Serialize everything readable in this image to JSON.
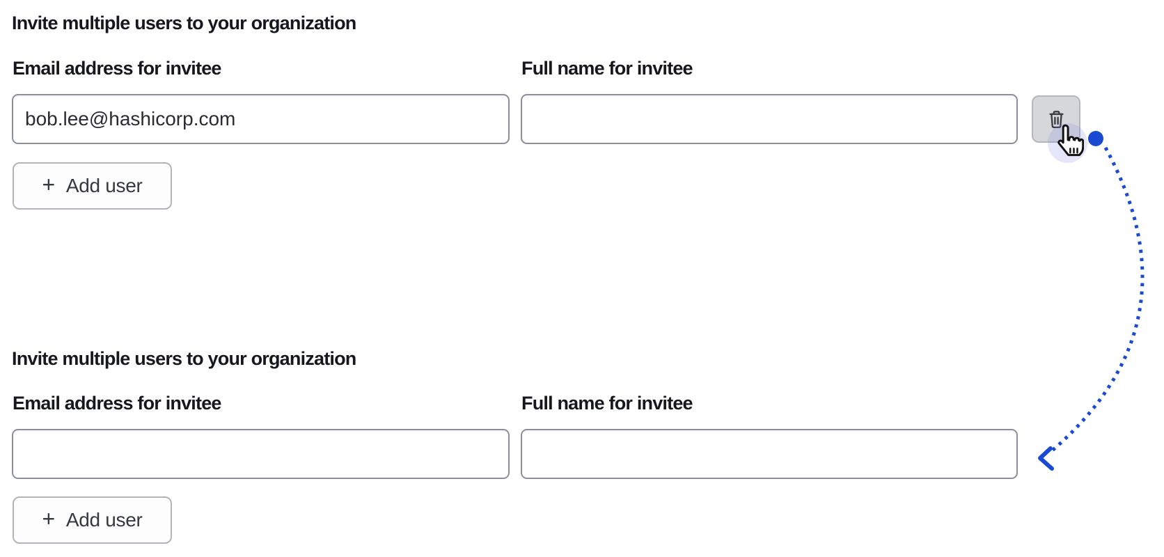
{
  "colors": {
    "accent_blue": "#1a49d4",
    "text_primary": "#17181d",
    "input_border": "#8c8f9b",
    "button_border": "#b2b4bc",
    "button_background": "#fdfdfd",
    "icon_button_background": "#d6d7db",
    "trash_icon_color": "#393b42"
  },
  "sections": [
    {
      "heading": "Invite multiple users to your organization",
      "email_label": "Email address for invitee",
      "name_label": "Full name for invitee",
      "email_value": "bob.lee@hashicorp.com",
      "name_value": "",
      "add_button": {
        "plus": "+",
        "label": "Add user"
      },
      "delete_button_icon": "trash-icon"
    },
    {
      "heading": "Invite multiple users to your organization",
      "email_label": "Email address for invitee",
      "name_label": "Full name for invitee",
      "email_value": "",
      "name_value": "",
      "add_button": {
        "plus": "+",
        "label": "Add user"
      }
    }
  ],
  "annotation": {
    "color": "#1a49d4",
    "cursor_icon": "hand-pointer-cursor",
    "arrow": "dotted-curve-from-delete-button-to-second-form-name-input"
  }
}
